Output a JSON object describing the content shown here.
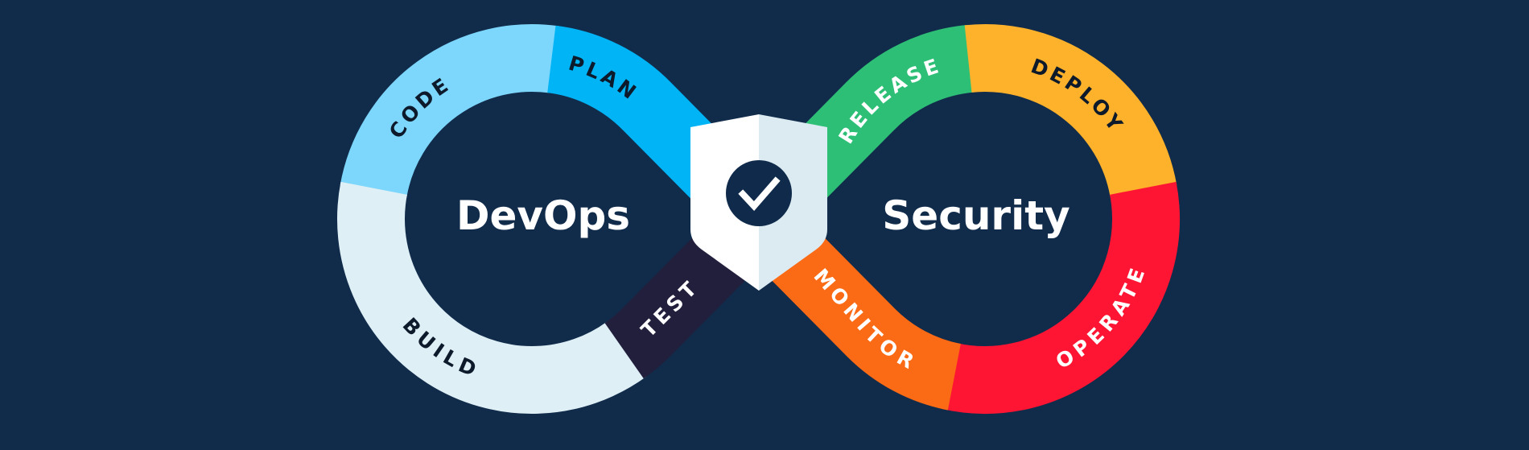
{
  "diagram": {
    "left_title": "DevOps",
    "right_title": "Security",
    "stages": {
      "code": {
        "label": "CODE",
        "color": "#7dd6fb",
        "text_color": "#0d1a2b"
      },
      "plan": {
        "label": "PLAN",
        "color": "#00b4f6",
        "text_color": "#0d1a2b"
      },
      "build": {
        "label": "BUILD",
        "color": "#dfeff6",
        "text_color": "#0d1a2b"
      },
      "test": {
        "label": "TEST",
        "color": "#211f3c",
        "text_color": "#ffffff"
      },
      "release": {
        "label": "RELEASE",
        "color": "#2ebf76",
        "text_color": "#ffffff"
      },
      "deploy": {
        "label": "DEPLOY",
        "color": "#feb12a",
        "text_color": "#0d1a2b"
      },
      "operate": {
        "label": "OPERATE",
        "color": "#fe1533",
        "text_color": "#ffffff"
      },
      "monitor": {
        "label": "MONITOR",
        "color": "#fb6a14",
        "text_color": "#ffffff"
      }
    },
    "shield_icon": "shield-check-icon",
    "colors": {
      "background": "#112c4b",
      "shield_left": "#ffffff",
      "shield_right": "#dcebf2",
      "badge": "#0f2a4a"
    }
  }
}
